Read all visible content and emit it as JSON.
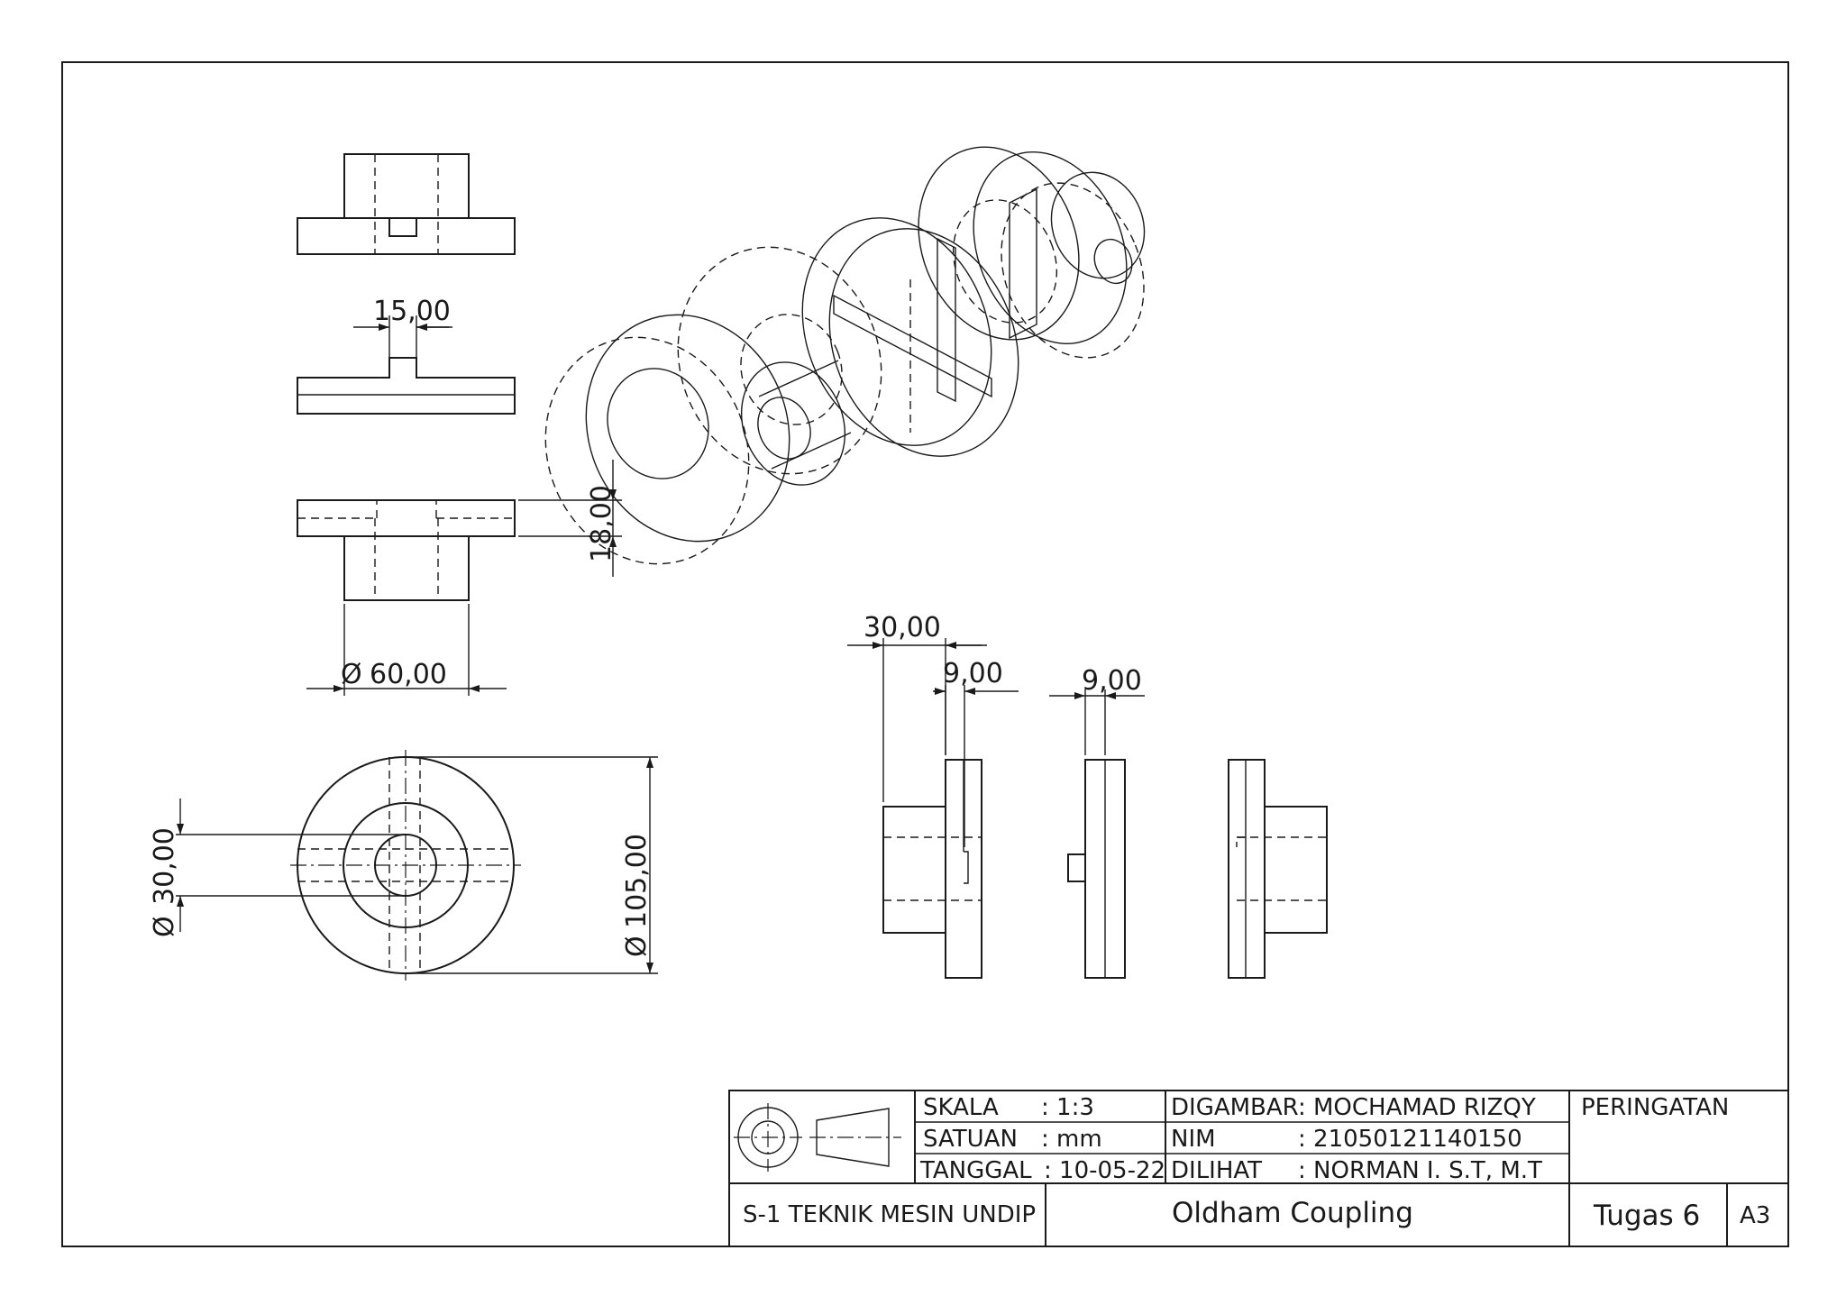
{
  "dimensions": {
    "d15": "15,00",
    "d18": "18,00",
    "dia60": "60,00",
    "dia30": "30,00",
    "dia105": "105,00",
    "d30": "30,00",
    "d9a": "9,00",
    "d9b": "9,00",
    "diameter_symbol": "Ø"
  },
  "title_block": {
    "skala_label": "SKALA",
    "skala_value": ": 1:3",
    "satuan_label": "SATUAN",
    "satuan_value": ": mm",
    "tanggal_label": "TANGGAL",
    "tanggal_value": ": 10-05-22",
    "digambar": "DIGAMBAR: MOCHAMAD RIZQY",
    "nim_label": "NIM",
    "nim_value": ": 21050121140150",
    "dilihat_label": "DILIHAT",
    "dilihat_value": ": NORMAN I. S.T, M.T",
    "peringatan": "PERINGATAN",
    "institution": "S-1 TEKNIK MESIN UNDIP",
    "title": "Oldham Coupling",
    "assignment": "Tugas 6",
    "paper_size": "A3"
  }
}
